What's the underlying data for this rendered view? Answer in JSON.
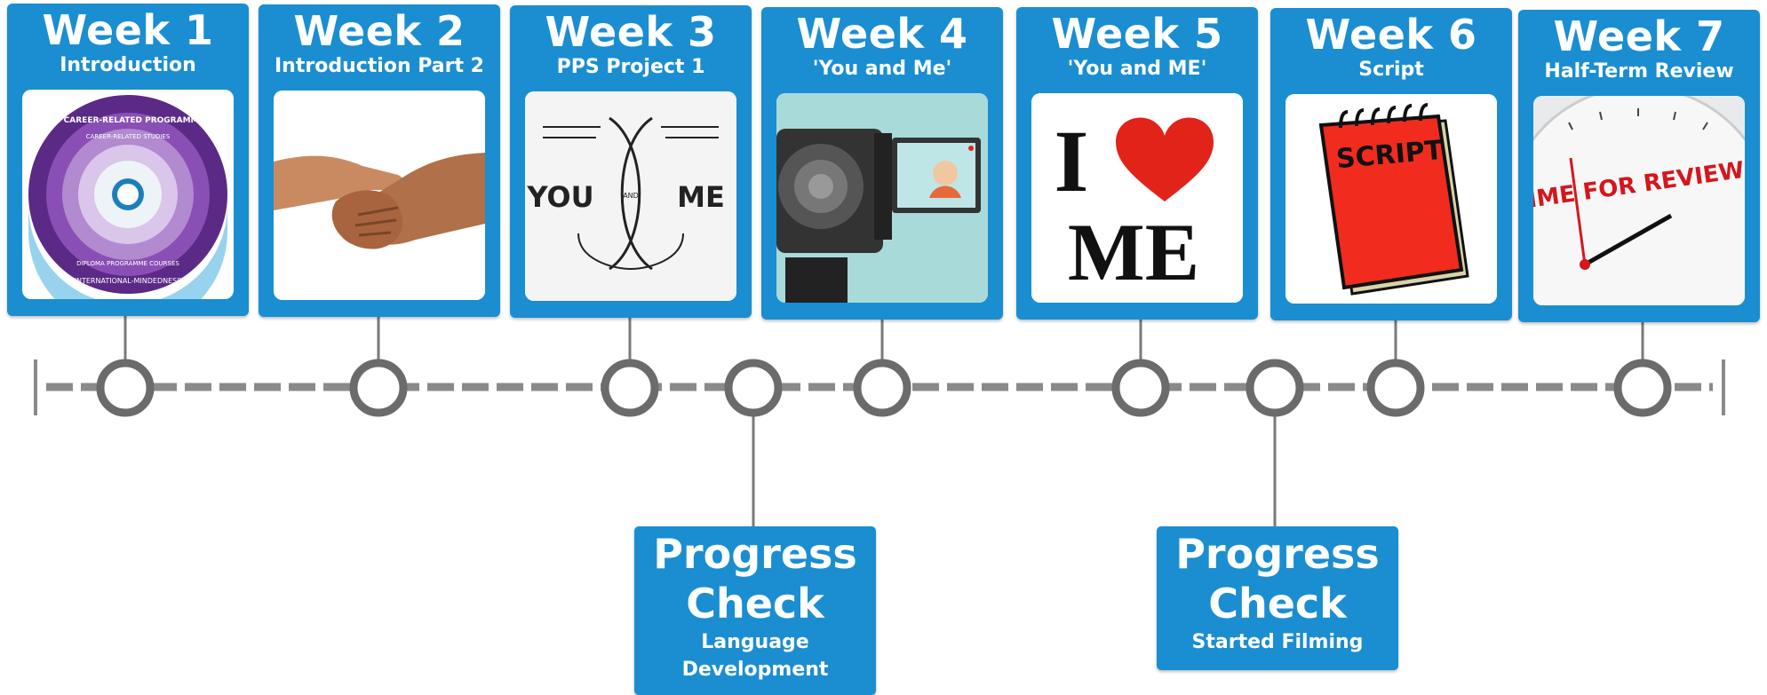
{
  "weeks": [
    {
      "title": "Week 1",
      "subtitle": "Introduction",
      "image": "ib-career-related-programme-diagram"
    },
    {
      "title": "Week 2",
      "subtitle": "Introduction Part 2",
      "image": "handshake-photo"
    },
    {
      "title": "Week 3",
      "subtitle": "PPS Project 1",
      "image": "you-and-me-illustration"
    },
    {
      "title": "Week 4",
      "subtitle": "'You and Me'",
      "image": "video-camera-illustration"
    },
    {
      "title": "Week 5",
      "subtitle": "'You and ME'",
      "image": "i-love-me-logo"
    },
    {
      "title": "Week 6",
      "subtitle": "Script",
      "image": "script-notepad-illustration"
    },
    {
      "title": "Week 7",
      "subtitle": "Half-Term Review",
      "image": "time-for-review-clock"
    }
  ],
  "progress_checks": [
    {
      "title": "Progress\nCheck",
      "subtitle": "Language\nDevelopment"
    },
    {
      "title": "Progress\nCheck",
      "subtitle": "Started Filming"
    }
  ],
  "image_text": {
    "ib_ring": "IB CAREER-RELATED PROGRAMME",
    "ib_ring2": "CAREER-RELATED STUDIES",
    "ib_ring3": "DIPLOMA PROGRAMME COURSES",
    "ib_ring4": "INTERNATIONAL-MINDEDNESS",
    "you": "YOU",
    "me": "ME",
    "and": "AND",
    "love_i": "I",
    "love_me": "ME",
    "script": "SCRIPT",
    "review": "TIME FOR REVIEW"
  },
  "colors": {
    "card": "#1a8ed1",
    "timeline": "#8a8a8a",
    "node": "#6b6b6b",
    "heart": "#e2231a",
    "notepad": "#f22b1f"
  }
}
